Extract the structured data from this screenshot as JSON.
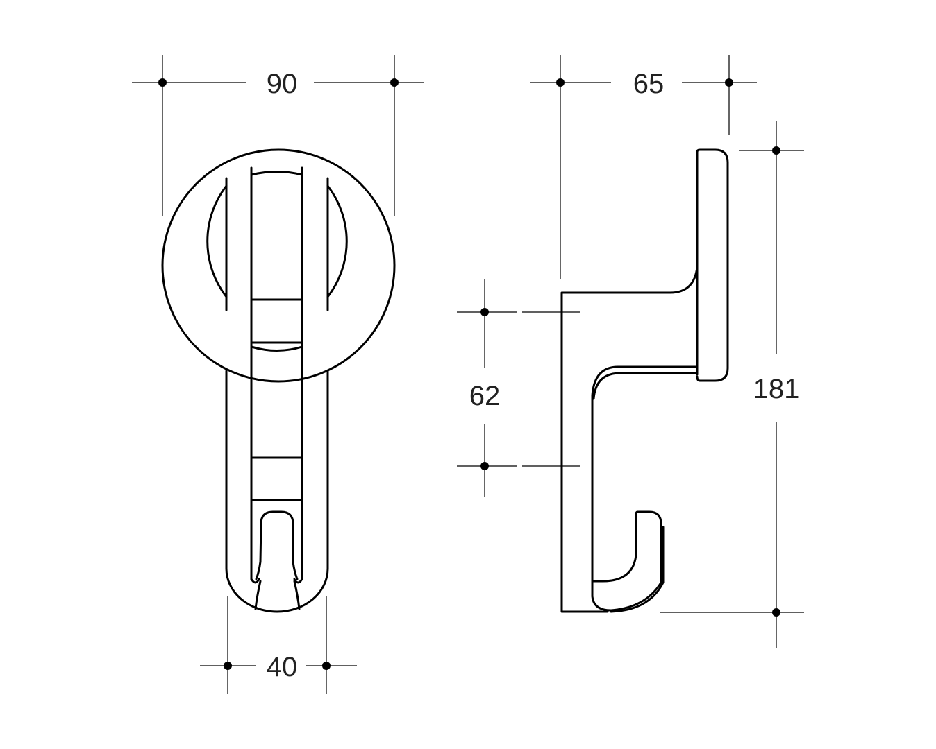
{
  "dimensions": {
    "front_width": "90",
    "front_body_width": "40",
    "side_depth": "65",
    "side_height": "181",
    "hook_spacing": "62"
  },
  "colors": {
    "line": "#000000",
    "background": "#ffffff"
  }
}
